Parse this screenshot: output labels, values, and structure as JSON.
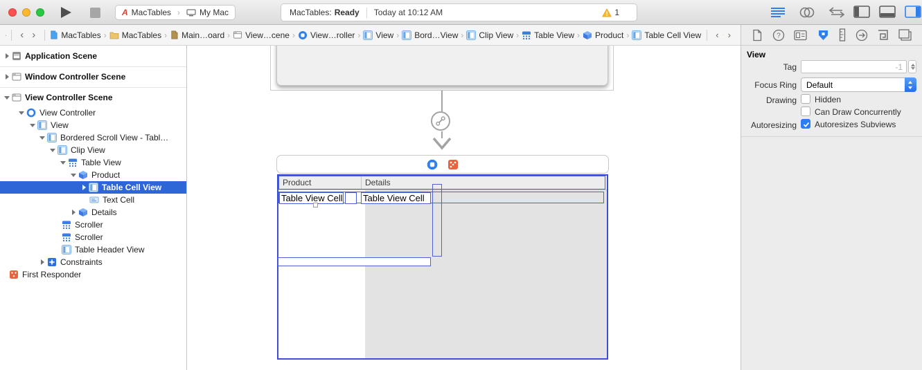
{
  "titlebar": {
    "scheme_project": "MacTables",
    "scheme_target": "My Mac",
    "status_app": "MacTables:",
    "status_state": "Ready",
    "status_time": "Today at 10:12 AM",
    "warning_count": "1"
  },
  "jumpbar": {
    "items": [
      "MacTables",
      "MacTables",
      "Main…oard",
      "View…cene",
      "View…roller",
      "View",
      "Bord…View",
      "Clip View",
      "Table View",
      "Product",
      "Table Cell View"
    ]
  },
  "sidebar": {
    "rows": [
      {
        "label": "Application Scene"
      },
      {
        "label": "Window Controller Scene"
      },
      {
        "label": "View Controller Scene"
      },
      {
        "label": "View Controller"
      },
      {
        "label": "View"
      },
      {
        "label": "Bordered Scroll View - Tabl…"
      },
      {
        "label": "Clip View"
      },
      {
        "label": "Table View"
      },
      {
        "label": "Product"
      },
      {
        "label": "Table Cell View"
      },
      {
        "label": "Text Cell"
      },
      {
        "label": "Details"
      },
      {
        "label": "Scroller"
      },
      {
        "label": "Scroller"
      },
      {
        "label": "Table Header View"
      },
      {
        "label": "Constraints"
      },
      {
        "label": "First Responder"
      }
    ]
  },
  "canvas": {
    "table": {
      "columns": [
        "Product",
        "Details"
      ],
      "cell_product": "Table View Cell",
      "cell_details": "Table View Cell"
    }
  },
  "inspector": {
    "section_title": "View",
    "tag_label": "Tag",
    "tag_value": "-1",
    "focus_ring_label": "Focus Ring",
    "focus_ring_value": "Default",
    "drawing_label": "Drawing",
    "hidden_label": "Hidden",
    "concurrently_label": "Can Draw Concurrently",
    "autoresizing_label": "Autoresizing",
    "autoresizes_label": "Autoresizes Subviews"
  },
  "colors": {
    "selection_blue": "#2e66d8",
    "outline_blue": "#4c61d6",
    "accent_blue": "#2d7ff0",
    "warning_yellow": "#fcb827",
    "responder_orange": "#e8643e"
  }
}
